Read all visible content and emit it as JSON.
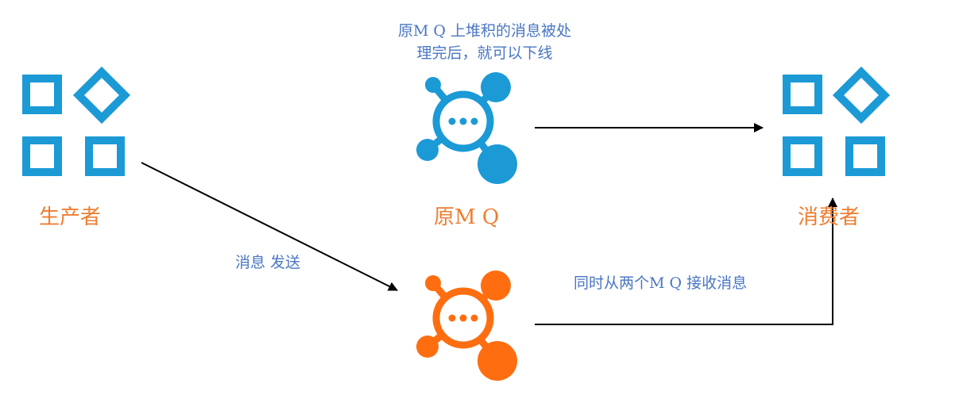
{
  "nodes": {
    "producer": {
      "label": "生产者",
      "icon": "apps-grid-icon"
    },
    "old_mq": {
      "label": "原M Q",
      "icon": "message-queue-icon"
    },
    "new_mq": {
      "label": "",
      "icon": "message-queue-icon"
    },
    "consumer": {
      "label": "消费者",
      "icon": "apps-grid-icon"
    }
  },
  "annotations": {
    "old_mq_note_line1": "原M Q 上堆积的消息被处",
    "old_mq_note_line2": "理完后，就可以下线",
    "send_note": "消息 发送",
    "consume_note": "同时从两个M Q 接收消息"
  },
  "colors": {
    "blue": "#1b9ad6",
    "orange": "#fe6e10",
    "label_orange": "#ed7d31",
    "note_blue": "#4a76c4",
    "arrow": "#000000"
  }
}
